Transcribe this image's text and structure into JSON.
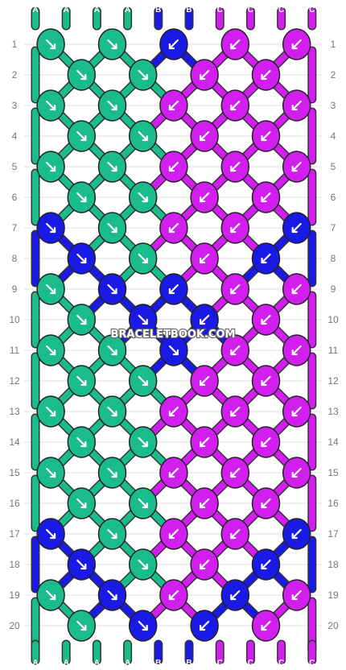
{
  "watermark": "BRACELETBOOK.COM",
  "colors": {
    "A": "#1abc8c",
    "B": "#1a1ae6",
    "C": "#d21ff0"
  },
  "top_strands": [
    "A",
    "A",
    "A",
    "A",
    "B",
    "B",
    "C",
    "C",
    "C",
    "C"
  ],
  "bottom_strands": [
    "A",
    "A",
    "A",
    "A",
    "B",
    "B",
    "C",
    "C",
    "C",
    "C"
  ],
  "row_labels": [
    "1",
    "2",
    "3",
    "4",
    "5",
    "6",
    "7",
    "8",
    "9",
    "10",
    "11",
    "12",
    "13",
    "14",
    "15",
    "16",
    "17",
    "18",
    "19",
    "20"
  ],
  "knots": [
    [
      [
        "A",
        "fwd"
      ],
      [
        "A",
        "fwd"
      ],
      [
        "B",
        "bwd"
      ],
      [
        "C",
        "bwd"
      ],
      [
        "C",
        "bwd"
      ]
    ],
    [
      [
        "A",
        "fwd"
      ],
      [
        "A",
        "fwd"
      ],
      [
        "C",
        "bwd"
      ],
      [
        "C",
        "bwd"
      ]
    ],
    [
      [
        "A",
        "fwd"
      ],
      [
        "A",
        "fwd"
      ],
      [
        "C",
        "bwd"
      ],
      [
        "C",
        "bwd"
      ],
      [
        "C",
        "bwd"
      ]
    ],
    [
      [
        "A",
        "fwd"
      ],
      [
        "A",
        "fwd"
      ],
      [
        "C",
        "bwd"
      ],
      [
        "C",
        "bwd"
      ]
    ],
    [
      [
        "A",
        "fwd"
      ],
      [
        "A",
        "fwd"
      ],
      [
        "C",
        "bwd"
      ],
      [
        "C",
        "bwd"
      ],
      [
        "C",
        "bwd"
      ]
    ],
    [
      [
        "A",
        "fwd"
      ],
      [
        "A",
        "fwd"
      ],
      [
        "C",
        "bwd"
      ],
      [
        "C",
        "bwd"
      ]
    ],
    [
      [
        "B",
        "fwd"
      ],
      [
        "A",
        "fwd"
      ],
      [
        "C",
        "bwd"
      ],
      [
        "C",
        "bwd"
      ],
      [
        "B",
        "bwd"
      ]
    ],
    [
      [
        "B",
        "fwd"
      ],
      [
        "A",
        "fwd"
      ],
      [
        "C",
        "bwd"
      ],
      [
        "B",
        "bwd"
      ]
    ],
    [
      [
        "A",
        "fwd"
      ],
      [
        "B",
        "fwd"
      ],
      [
        "B",
        "bwd"
      ],
      [
        "C",
        "bwd"
      ],
      [
        "C",
        "bwd"
      ]
    ],
    [
      [
        "A",
        "fwd"
      ],
      [
        "B",
        "fwd"
      ],
      [
        "B",
        "bwd"
      ],
      [
        "C",
        "bwd"
      ]
    ],
    [
      [
        "A",
        "fwd"
      ],
      [
        "A",
        "fwd"
      ],
      [
        "B",
        "fwd"
      ],
      [
        "C",
        "bwd"
      ],
      [
        "C",
        "bwd"
      ]
    ],
    [
      [
        "A",
        "fwd"
      ],
      [
        "A",
        "fwd"
      ],
      [
        "C",
        "bwd"
      ],
      [
        "C",
        "bwd"
      ]
    ],
    [
      [
        "A",
        "fwd"
      ],
      [
        "A",
        "fwd"
      ],
      [
        "C",
        "bwd"
      ],
      [
        "C",
        "bwd"
      ],
      [
        "C",
        "bwd"
      ]
    ],
    [
      [
        "A",
        "fwd"
      ],
      [
        "A",
        "fwd"
      ],
      [
        "C",
        "bwd"
      ],
      [
        "C",
        "bwd"
      ]
    ],
    [
      [
        "A",
        "fwd"
      ],
      [
        "A",
        "fwd"
      ],
      [
        "C",
        "bwd"
      ],
      [
        "C",
        "bwd"
      ],
      [
        "C",
        "bwd"
      ]
    ],
    [
      [
        "A",
        "fwd"
      ],
      [
        "A",
        "fwd"
      ],
      [
        "C",
        "bwd"
      ],
      [
        "C",
        "bwd"
      ]
    ],
    [
      [
        "B",
        "fwd"
      ],
      [
        "A",
        "fwd"
      ],
      [
        "C",
        "bwd"
      ],
      [
        "C",
        "bwd"
      ],
      [
        "B",
        "bwd"
      ]
    ],
    [
      [
        "B",
        "fwd"
      ],
      [
        "A",
        "fwd"
      ],
      [
        "C",
        "bwd"
      ],
      [
        "B",
        "bwd"
      ]
    ],
    [
      [
        "A",
        "fwd"
      ],
      [
        "B",
        "fwd"
      ],
      [
        "C",
        "bwd"
      ],
      [
        "B",
        "bwd"
      ],
      [
        "C",
        "bwd"
      ]
    ],
    [
      [
        "A",
        "fwd"
      ],
      [
        "B",
        "fwd"
      ],
      [
        "B",
        "bwd"
      ],
      [
        "C",
        "bwd"
      ]
    ]
  ]
}
